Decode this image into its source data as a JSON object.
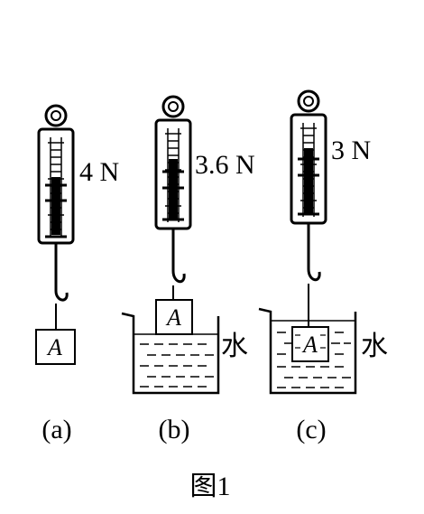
{
  "figure": {
    "caption": "图1",
    "setups": [
      {
        "sub_label": "(a)",
        "reading": "4 N",
        "block_label": "A",
        "liquid_label": ""
      },
      {
        "sub_label": "(b)",
        "reading": "3.6 N",
        "block_label": "A",
        "liquid_label": "水"
      },
      {
        "sub_label": "(c)",
        "reading": "3 N",
        "block_label": "A",
        "liquid_label": "水"
      }
    ]
  }
}
